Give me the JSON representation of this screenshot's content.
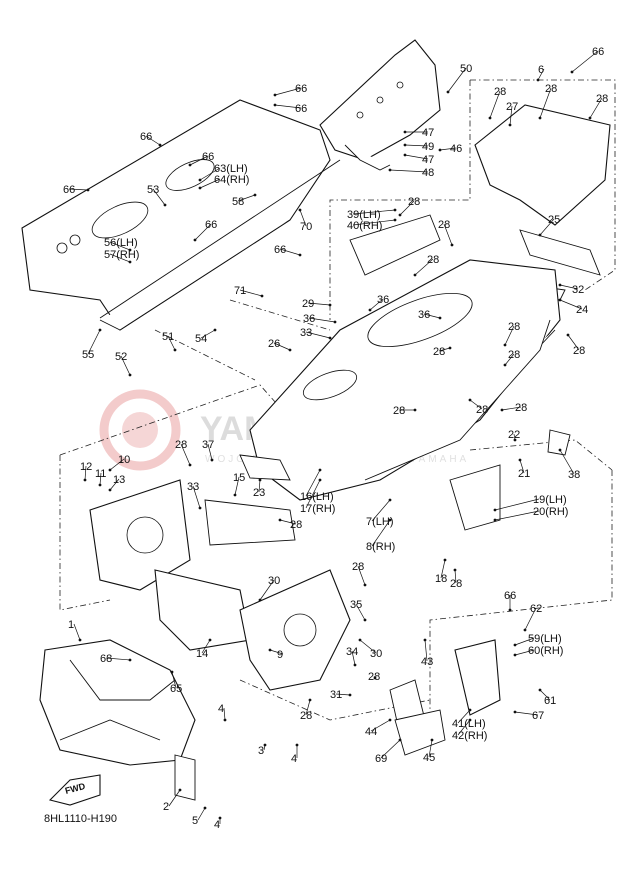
{
  "diagram": {
    "code": "8HL1110-H190",
    "fwd_label": "FWD",
    "watermark": "YAMASAKI",
    "watermark_sub": "WOJCIECHOWSKI FACTORY YAMAHA"
  },
  "labels": [
    {
      "text": "66"
    },
    {
      "text": "50"
    },
    {
      "text": "6"
    },
    {
      "text": "28"
    },
    {
      "text": "28"
    },
    {
      "text": "27"
    },
    {
      "text": "28"
    },
    {
      "text": "66"
    },
    {
      "text": "66"
    },
    {
      "text": "66"
    },
    {
      "text": "66"
    },
    {
      "text": "47"
    },
    {
      "text": "49"
    },
    {
      "text": "47"
    },
    {
      "text": "46"
    },
    {
      "text": "48"
    },
    {
      "text": "63(LH)"
    },
    {
      "text": "64(RH)"
    },
    {
      "text": "66"
    },
    {
      "text": "53"
    },
    {
      "text": "58"
    },
    {
      "text": "70"
    },
    {
      "text": "39(LH)"
    },
    {
      "text": "40(RH)"
    },
    {
      "text": "28"
    },
    {
      "text": "28"
    },
    {
      "text": "25"
    },
    {
      "text": "66"
    },
    {
      "text": "56(LH)"
    },
    {
      "text": "57(RH)"
    },
    {
      "text": "66"
    },
    {
      "text": "28"
    },
    {
      "text": "32"
    },
    {
      "text": "71"
    },
    {
      "text": "29"
    },
    {
      "text": "36"
    },
    {
      "text": "24"
    },
    {
      "text": "54"
    },
    {
      "text": "36"
    },
    {
      "text": "36"
    },
    {
      "text": "28"
    },
    {
      "text": "33"
    },
    {
      "text": "28"
    },
    {
      "text": "55"
    },
    {
      "text": "51"
    },
    {
      "text": "26"
    },
    {
      "text": "28"
    },
    {
      "text": "52"
    },
    {
      "text": "28"
    },
    {
      "text": "28"
    },
    {
      "text": "28"
    },
    {
      "text": "28"
    },
    {
      "text": "10"
    },
    {
      "text": "37"
    },
    {
      "text": "12"
    },
    {
      "text": "11"
    },
    {
      "text": "13"
    },
    {
      "text": "28"
    },
    {
      "text": "22"
    },
    {
      "text": "21"
    },
    {
      "text": "38"
    },
    {
      "text": "23"
    },
    {
      "text": "15"
    },
    {
      "text": "33"
    },
    {
      "text": "16(LH)"
    },
    {
      "text": "17(RH)"
    },
    {
      "text": "19(LH)"
    },
    {
      "text": "20(RH)"
    },
    {
      "text": "28"
    },
    {
      "text": "7(LH)"
    },
    {
      "text": "8(RH)"
    },
    {
      "text": "18"
    },
    {
      "text": "28"
    },
    {
      "text": "28"
    },
    {
      "text": "30"
    },
    {
      "text": "35"
    },
    {
      "text": "66"
    },
    {
      "text": "62"
    },
    {
      "text": "1"
    },
    {
      "text": "68"
    },
    {
      "text": "14"
    },
    {
      "text": "9"
    },
    {
      "text": "30"
    },
    {
      "text": "43"
    },
    {
      "text": "59(LH)"
    },
    {
      "text": "60(RH)"
    },
    {
      "text": "65"
    },
    {
      "text": "34"
    },
    {
      "text": "28"
    },
    {
      "text": "31"
    },
    {
      "text": "61"
    },
    {
      "text": "4"
    },
    {
      "text": "28"
    },
    {
      "text": "44"
    },
    {
      "text": "41(LH)"
    },
    {
      "text": "42(RH)"
    },
    {
      "text": "67"
    },
    {
      "text": "3"
    },
    {
      "text": "4"
    },
    {
      "text": "69"
    },
    {
      "text": "45"
    },
    {
      "text": "2"
    },
    {
      "text": "5"
    },
    {
      "text": "4"
    }
  ]
}
